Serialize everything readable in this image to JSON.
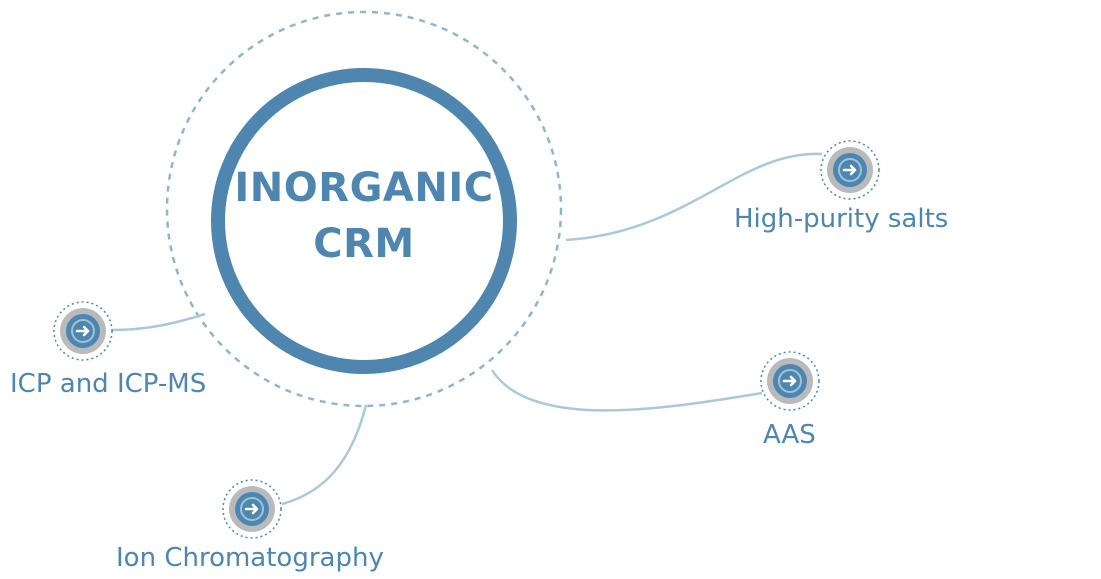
{
  "hub": {
    "line1": "INORGANIC",
    "line2": "CRM"
  },
  "branches": [
    {
      "label": "High-purity salts",
      "icon": "arrow-right-icon"
    },
    {
      "label": "ICP and ICP-MS",
      "icon": "arrow-right-icon"
    },
    {
      "label": "AAS",
      "icon": "arrow-right-icon"
    },
    {
      "label": "Ion Chromatography",
      "icon": "arrow-right-icon"
    }
  ],
  "colors": {
    "primary": "#4e86b0",
    "connector": "#a9c9d8",
    "dashed": "#8fb6cc",
    "node_gray": "#b9babc"
  }
}
